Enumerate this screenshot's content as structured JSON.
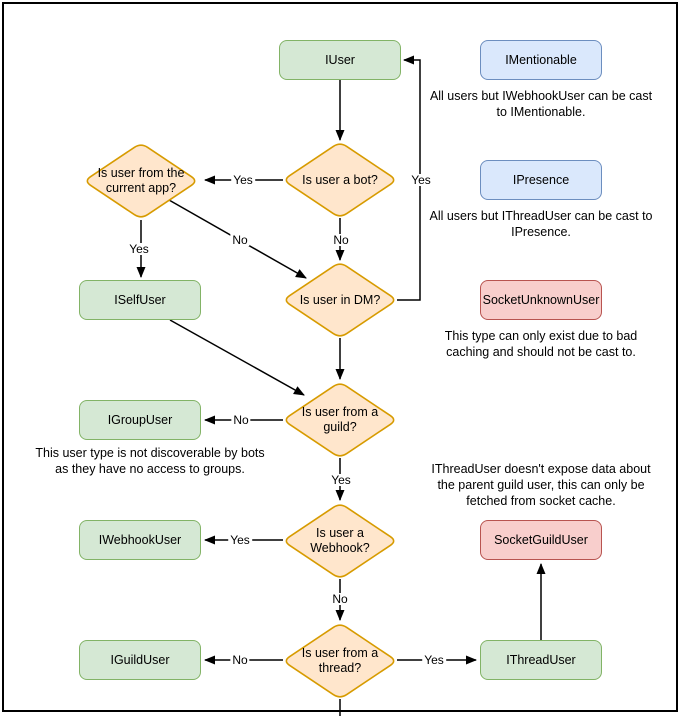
{
  "diagram": {
    "nodes": {
      "iuser": {
        "label": "IUser",
        "kind": "interface-green"
      },
      "imentionable": {
        "label": "IMentionable",
        "kind": "interface-blue"
      },
      "ipresence": {
        "label": "IPresence",
        "kind": "interface-blue"
      },
      "socketunknownuser": {
        "label": "SocketUnknownUser",
        "kind": "socket-red"
      },
      "iselfuser": {
        "label": "ISelfUser",
        "kind": "interface-green"
      },
      "igroupuser": {
        "label": "IGroupUser",
        "kind": "interface-green"
      },
      "iwebhookuser": {
        "label": "IWebhookUser",
        "kind": "interface-green"
      },
      "socketguilduser": {
        "label": "SocketGuildUser",
        "kind": "socket-red"
      },
      "iguilduser": {
        "label": "IGuildUser",
        "kind": "interface-green"
      },
      "ithreaduser": {
        "label": "IThreadUser",
        "kind": "interface-green"
      }
    },
    "decisions": {
      "is_bot": {
        "label": "Is user a bot?"
      },
      "from_current_app": {
        "label": "Is user from the current app?"
      },
      "in_dm": {
        "label": "Is user in DM?"
      },
      "from_guild": {
        "label": "Is user from a guild?"
      },
      "is_webhook": {
        "label": "Is user a Webhook?"
      },
      "from_thread": {
        "label": "Is user from a thread?"
      }
    },
    "edge_labels": {
      "bot_yes": "Yes",
      "bot_no": "No",
      "dm_yes": "Yes",
      "app_no": "No",
      "app_yes": "Yes",
      "guild_no": "No",
      "guild_yes": "Yes",
      "webhook_yes": "Yes",
      "webhook_no": "No",
      "thread_no": "No",
      "thread_yes": "Yes"
    },
    "annotations": {
      "mentionable": "All users but IWebhookUser can be cast to IMentionable.",
      "presence": "All users but IThreadUser can be cast to IPresence.",
      "unknown": "This type can only exist due to bad caching and should not be cast to.",
      "group": "This user type is not discoverable by bots as they have no access to groups.",
      "thread": "IThreadUser doesn't expose data about the parent guild user, this can only be fetched from socket cache."
    },
    "colors": {
      "green_fill": "#d5e8d4",
      "green_stroke": "#82b366",
      "blue_fill": "#dae8fc",
      "blue_stroke": "#6c8ebf",
      "red_fill": "#f8cecc",
      "red_stroke": "#b85450",
      "orange_fill": "#ffe6cc",
      "orange_stroke": "#d79b00",
      "arrow": "#000000"
    }
  }
}
